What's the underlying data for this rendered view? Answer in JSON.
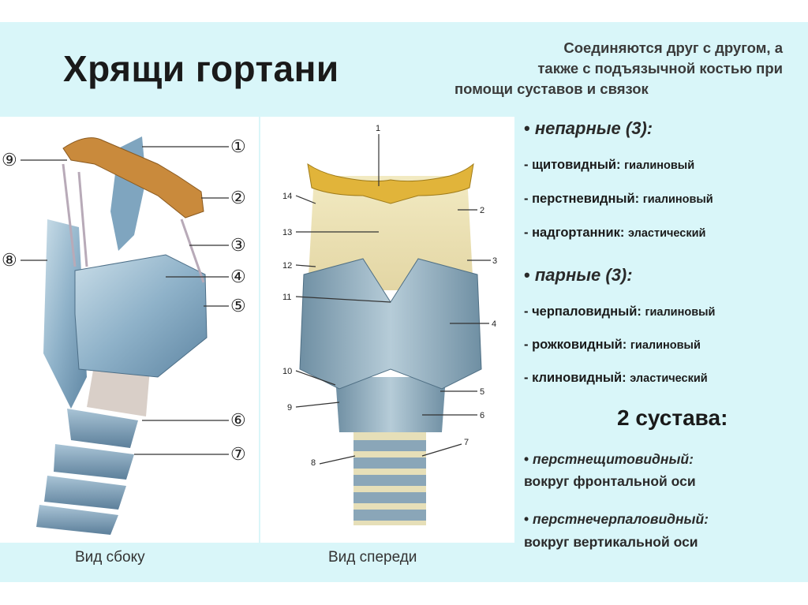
{
  "title": "Хрящи гортани",
  "subtitle": [
    "Соединяются друг с другом, а",
    "также с подъязычной костью при",
    "помощи суставов и связок"
  ],
  "captions": {
    "side": "Вид сбоку",
    "front": "Вид спереди"
  },
  "unpaired": {
    "heading": "непарные (3):",
    "items": [
      {
        "name": "- щитовидный:",
        "material": "гиалиновый"
      },
      {
        "name": "- перстневидный:",
        "material": "гиалиновый"
      },
      {
        "name": "- надгортанник:",
        "material": "эластический"
      }
    ]
  },
  "paired": {
    "heading": "парные (3):",
    "items": [
      {
        "name": "- черпаловидный:",
        "material": "гиалиновый"
      },
      {
        "name": "- рожковидный:",
        "material": "гиалиновый"
      },
      {
        "name": "- клиновидный:",
        "material": "эластический"
      }
    ]
  },
  "joints": {
    "heading": "2 сустава:",
    "items": [
      {
        "name": "перстнещитовидный:",
        "axis": "вокруг фронтальной оси"
      },
      {
        "name": "перстнечерпаловидный:",
        "axis": "вокруг вертикальной оси"
      }
    ]
  },
  "bullet": "•",
  "side_labels": [
    "①",
    "②",
    "③",
    "④",
    "⑤",
    "⑥",
    "⑦",
    "⑧",
    "⑨"
  ],
  "front_labels": [
    "1",
    "2",
    "3",
    "4",
    "5",
    "6",
    "7",
    "8",
    "9",
    "10",
    "11",
    "12",
    "13",
    "14"
  ]
}
